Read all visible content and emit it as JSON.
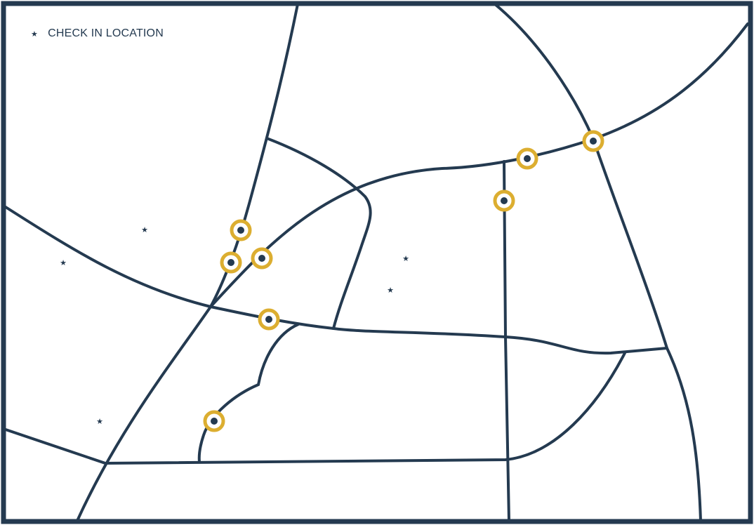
{
  "legend": {
    "star_symbol": "★",
    "label": "CHECK IN LOCATION"
  },
  "colors": {
    "road": "#243a50",
    "frame": "#243a50",
    "marker_ring": "#dcae30",
    "marker_dot": "#243a50",
    "background": "#ffffff"
  },
  "map": {
    "marker_count": 8,
    "check_in_star_count": 5
  }
}
